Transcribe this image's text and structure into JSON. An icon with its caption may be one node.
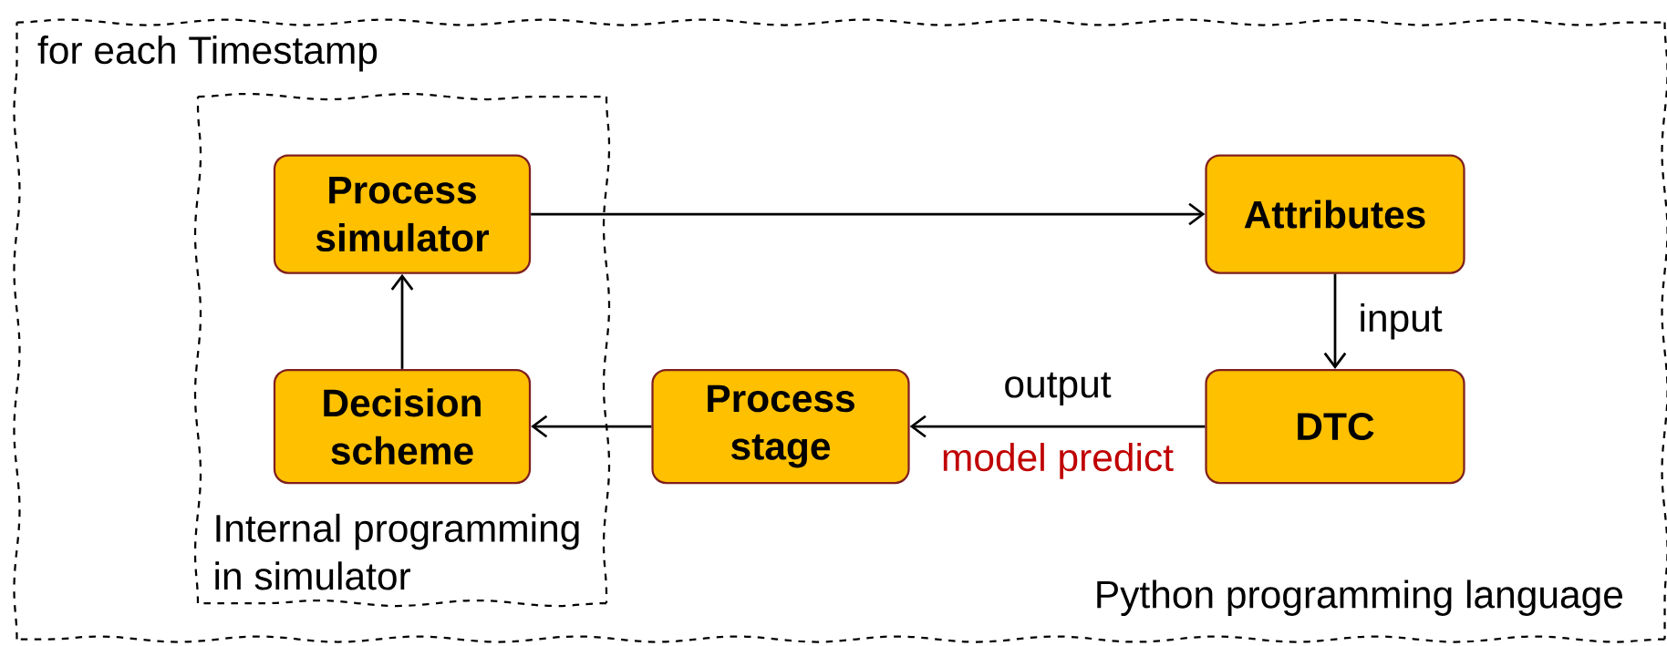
{
  "diagram": {
    "nodes": [
      {
        "text": [
          "for each Timestamp",
          "Python programming language"
        ]
      },
      {
        "text": [
          "Internal programming in simulator"
        ],
        "in": 0
      },
      {
        "text": [
          "Process simulator"
        ],
        "in": 1
      },
      {
        "text": [
          "Decision scheme"
        ],
        "in": 1
      },
      {
        "text": [
          "Attributes"
        ],
        "in": 0
      },
      {
        "text": [
          "Process stage"
        ],
        "in": 0
      },
      {
        "text": [
          "DTC"
        ],
        "in": 0
      }
    ],
    "edges": [
      {
        "from": 2,
        "to": 4,
        "arrow": "to"
      },
      {
        "from": 4,
        "to": 6,
        "arrow": "to",
        "label": "input"
      },
      {
        "from": 6,
        "to": 5,
        "arrow": "to",
        "label": "output"
      },
      {
        "from": 5,
        "to": 3,
        "arrow": "to"
      },
      {
        "from": 3,
        "to": 2,
        "arrow": "to"
      }
    ],
    "labels": [
      "model predict"
    ]
  }
}
